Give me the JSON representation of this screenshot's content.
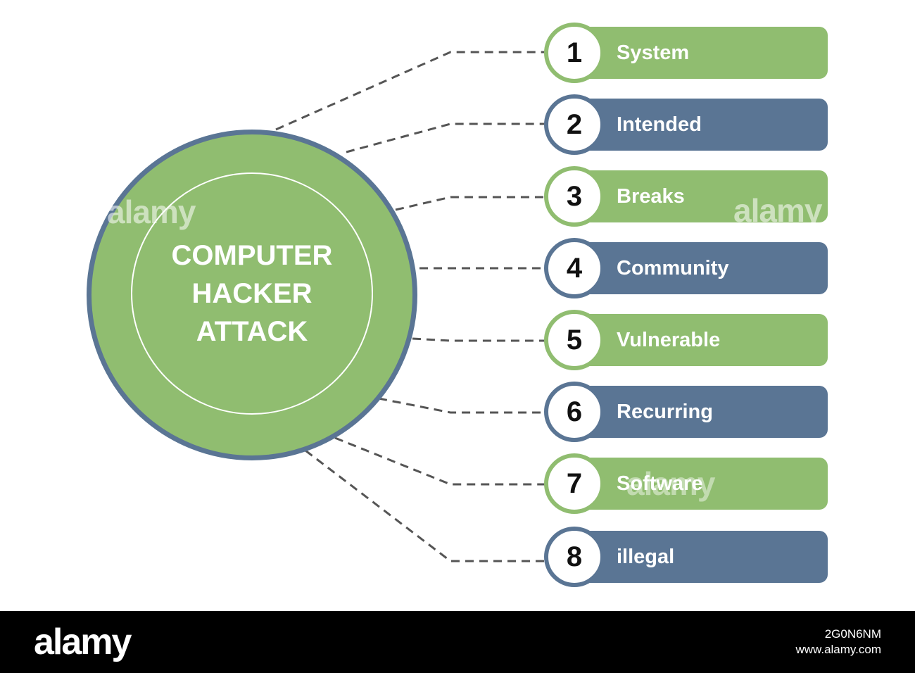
{
  "diagram": {
    "center_title": [
      "COMPUTER",
      "HACKER",
      "ATTACK"
    ],
    "colors": {
      "green": "#90bd70",
      "blue": "#5a7594"
    },
    "items": [
      {
        "number": "1",
        "label": "System",
        "color": "green"
      },
      {
        "number": "2",
        "label": "Intended",
        "color": "blue"
      },
      {
        "number": "3",
        "label": "Breaks",
        "color": "green"
      },
      {
        "number": "4",
        "label": "Community",
        "color": "blue"
      },
      {
        "number": "5",
        "label": "Vulnerable",
        "color": "green"
      },
      {
        "number": "6",
        "label": "Recurring",
        "color": "blue"
      },
      {
        "number": "7",
        "label": "Software",
        "color": "green"
      },
      {
        "number": "8",
        "label": "illegal",
        "color": "blue"
      }
    ]
  },
  "watermarks": [
    "alamy",
    "alamy",
    "alamy"
  ],
  "footer": {
    "logo": "alamy",
    "image_id": "2G0N6NM",
    "site": "www.alamy.com"
  }
}
